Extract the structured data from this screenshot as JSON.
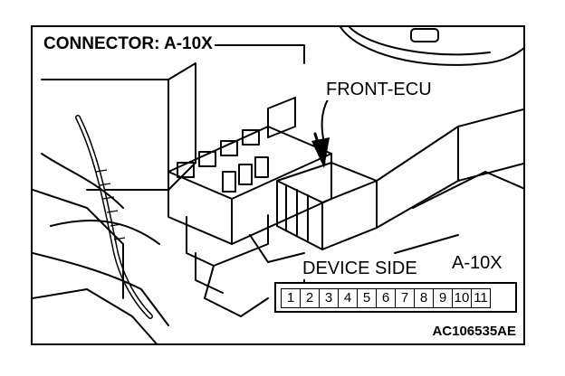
{
  "title": "CONNECTOR: A-10X",
  "callout": "FRONT-ECU",
  "device_side": "DEVICE SIDE",
  "connector_code": "A-10X",
  "pins": [
    "1",
    "2",
    "3",
    "4",
    "5",
    "6",
    "7",
    "8",
    "9",
    "10",
    "11"
  ],
  "figure_code": "AC106535AE"
}
